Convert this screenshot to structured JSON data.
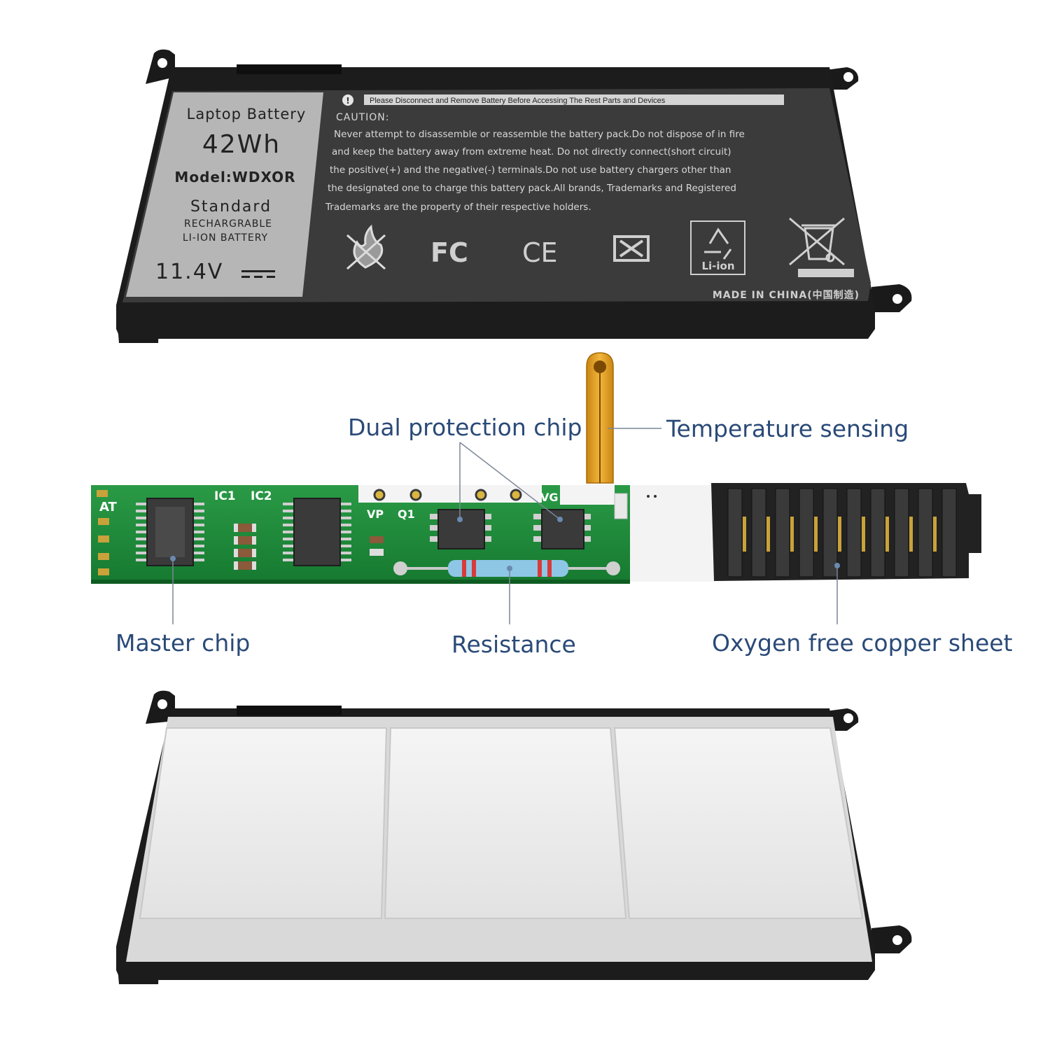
{
  "battery_top": {
    "sticker": {
      "line1": "Laptop Battery",
      "capacity": "42Wh",
      "model": "Model:WDXOR",
      "type_line1": "Standard",
      "type_line2": "RECHARGRABLE",
      "type_line3": "LI-ION BATTERY",
      "voltage": "11.4V"
    },
    "warning_banner": "Please Disconnect and Remove Battery Before Accessing The Rest Parts and Devices",
    "caution_title": "CAUTION:",
    "caution_lines": [
      "Never attempt to disassemble or reassemble the battery pack.Do not dispose of in fire",
      "and keep the battery away from extreme heat. Do not directly connect(short circuit)",
      "the positive(+) and the negative(-) terminals.Do not use battery chargers other than",
      "the designated one to charge this battery pack.All brands, Trademarks and Registered",
      "Trademarks are the property of their respective holders."
    ],
    "cert_fcc": "FC",
    "cert_ce": "CE",
    "recycle_label": "Li-ion",
    "made_in": "MADE IN CHINA(中国制造)"
  },
  "pcb": {
    "silk_at": "AT",
    "silk_ic1": "IC1",
    "silk_ic2": "IC2",
    "silk_vp": "VP",
    "silk_q1": "Q1",
    "silk_vg": "VG"
  },
  "callouts": {
    "dual_protection_chip": "Dual protection chip",
    "temperature_sensing": "Temperature sensing",
    "master_chip": "Master chip",
    "resistance": "Resistance",
    "oxygen_free_copper_sheet": "Oxygen free copper sheet"
  },
  "colors": {
    "callout_text": "#2a4a78",
    "leader_line": "#7a8696",
    "pcb_green": "#1f8a3b",
    "battery_case": "#1c1c1c",
    "label_panel": "#3a3a3a",
    "sticker_bg": "#b5b5b5",
    "flex_cable": "#e5a52a",
    "cell_white": "#f1f1f1"
  }
}
